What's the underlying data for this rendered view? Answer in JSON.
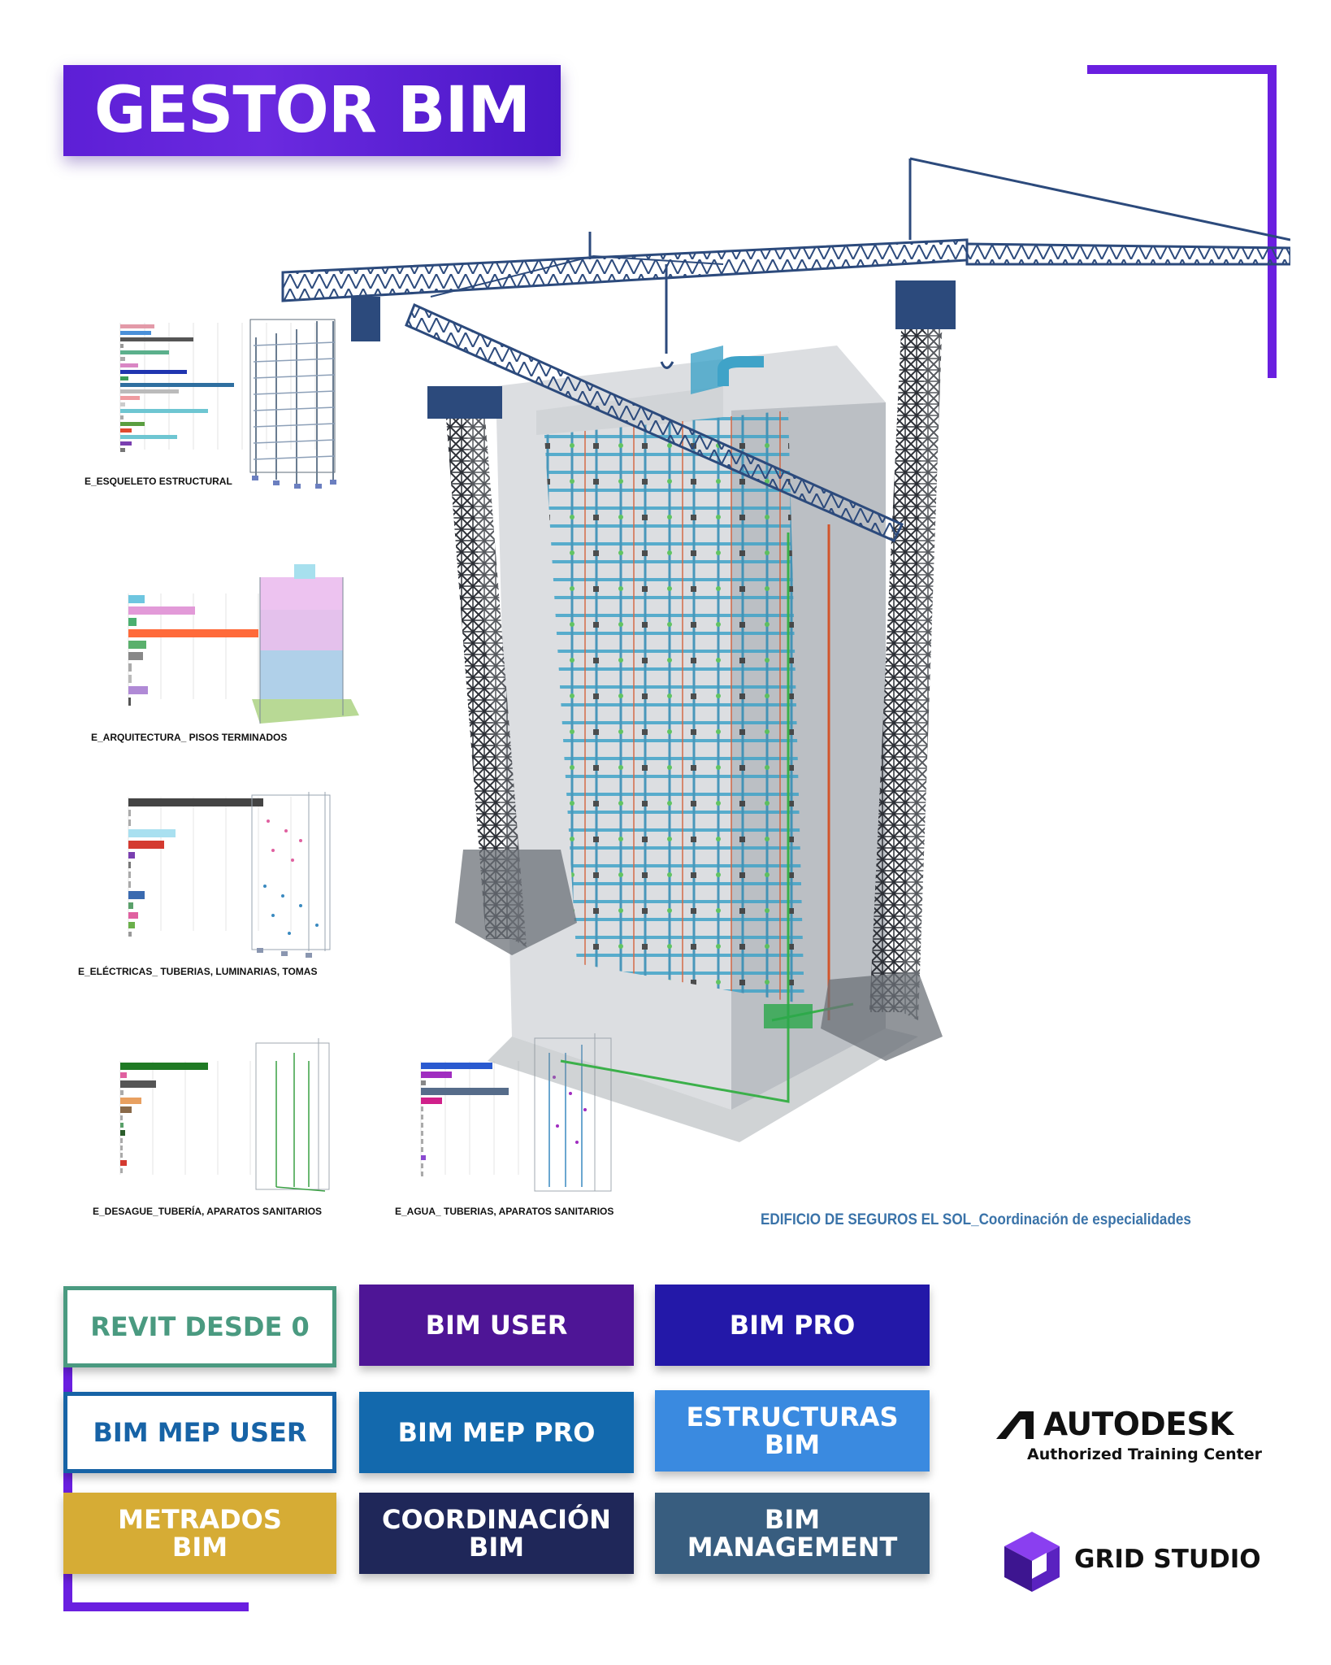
{
  "header": {
    "title": "GESTOR BIM"
  },
  "thumbnails": [
    {
      "caption": "E_ESQUELETO ESTRUCTURAL"
    },
    {
      "caption": "E_ARQUITECTURA_ PISOS TERMINADOS"
    },
    {
      "caption": "E_ELÉCTRICAS_ TUBERIAS, LUMINARIAS, TOMAS"
    },
    {
      "caption": "E_DESAGUE_TUBERÍA, APARATOS SANITARIOS"
    },
    {
      "caption": "E_AGUA_ TUBERIAS, APARATOS SANITARIOS"
    }
  ],
  "model": {
    "caption": "EDIFICIO DE SEGUROS EL SOL_Coordinación de especialidades"
  },
  "courses": [
    {
      "label": "REVIT DESDE 0",
      "color": "#4a9a80",
      "style": "outline"
    },
    {
      "label": "BIM USER",
      "color": "#4e1596"
    },
    {
      "label": "BIM PRO",
      "color": "#2318a8"
    },
    {
      "label": "BIM MEP USER",
      "color": "#1763a6",
      "style": "outline"
    },
    {
      "label": "BIM MEP PRO",
      "color": "#1369ad"
    },
    {
      "label": "ESTRUCTURAS\nBIM",
      "color": "#3a8ae0"
    },
    {
      "label": "METRADOS\nBIM",
      "color": "#d6ac35"
    },
    {
      "label": "COORDINACIÓN\nBIM",
      "color": "#1f2759"
    },
    {
      "label": "BIM\nMANAGEMENT",
      "color": "#385d7f"
    }
  ],
  "logos": {
    "autodesk": {
      "name": "AUTODESK",
      "subtitle": "Authorized Training Center"
    },
    "grid_studio": {
      "name": "GRID STUDIO"
    }
  },
  "colors": {
    "brand_purple": "#6a1fe0",
    "crane_blue": "#2c4a7c",
    "pipe_cyan": "#3fa3c8"
  }
}
